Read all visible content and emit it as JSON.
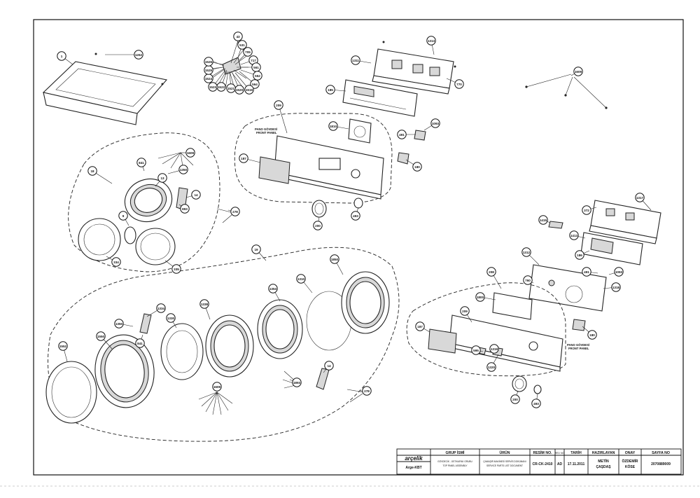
{
  "callouts": [
    {
      "id": "c1",
      "label": "1"
    },
    {
      "id": "c1262",
      "label": "1262"
    },
    {
      "id": "c43",
      "label": "43"
    },
    {
      "id": "c531",
      "label": "531"
    },
    {
      "id": "c705",
      "label": "705"
    },
    {
      "id": "c717",
      "label": "717"
    },
    {
      "id": "c561",
      "label": "561"
    },
    {
      "id": "c552",
      "label": "552"
    },
    {
      "id": "c564",
      "label": "564"
    },
    {
      "id": "c1519",
      "label": "1519"
    },
    {
      "id": "c1520",
      "label": "1520"
    },
    {
      "id": "c1521",
      "label": "1521"
    },
    {
      "id": "c1522",
      "label": "1522"
    },
    {
      "id": "c1523",
      "label": "1523"
    },
    {
      "id": "c1524",
      "label": "1524"
    },
    {
      "id": "c1525",
      "label": "1525"
    },
    {
      "id": "c1526",
      "label": "1526"
    },
    {
      "id": "c1313",
      "label": "1313"
    },
    {
      "id": "c1311",
      "label": "1311"
    },
    {
      "id": "c770",
      "label": "770"
    },
    {
      "id": "c185",
      "label": "185"
    },
    {
      "id": "c1810",
      "label": "1810"
    },
    {
      "id": "c209",
      "label": "209"
    },
    {
      "id": "c1609",
      "label": "1609"
    },
    {
      "id": "c187",
      "label": "187"
    },
    {
      "id": "c491",
      "label": "491"
    },
    {
      "id": "c1093",
      "label": "1093"
    },
    {
      "id": "c180",
      "label": "180"
    },
    {
      "id": "c200",
      "label": "200"
    },
    {
      "id": "c493",
      "label": "493"
    },
    {
      "id": "c18",
      "label": "18"
    },
    {
      "id": "c1609b",
      "label": "1609"
    },
    {
      "id": "c841",
      "label": "841"
    },
    {
      "id": "c1350",
      "label": "1350"
    },
    {
      "id": "c13",
      "label": "13"
    },
    {
      "id": "c14",
      "label": "14"
    },
    {
      "id": "c893",
      "label": "893"
    },
    {
      "id": "c278",
      "label": "278"
    },
    {
      "id": "c9",
      "label": "9"
    },
    {
      "id": "c334",
      "label": "334"
    },
    {
      "id": "c335",
      "label": "335"
    },
    {
      "id": "c19",
      "label": "19"
    },
    {
      "id": "c1850",
      "label": "1850"
    },
    {
      "id": "c1353",
      "label": "1353"
    },
    {
      "id": "c1310",
      "label": "1310"
    },
    {
      "id": "c1338",
      "label": "1338"
    },
    {
      "id": "c1334",
      "label": "1334"
    },
    {
      "id": "c1330",
      "label": "1330"
    },
    {
      "id": "c1350b",
      "label": "1350"
    },
    {
      "id": "c841b",
      "label": "841"
    },
    {
      "id": "c1552",
      "label": "1552"
    },
    {
      "id": "c1550",
      "label": "1550"
    },
    {
      "id": "c1609c",
      "label": "1609"
    },
    {
      "id": "c14b",
      "label": "14"
    },
    {
      "id": "c1893",
      "label": "1893"
    },
    {
      "id": "c278b",
      "label": "278"
    },
    {
      "id": "c1609d",
      "label": "1609"
    },
    {
      "id": "c1317",
      "label": "1317"
    },
    {
      "id": "c372",
      "label": "372"
    },
    {
      "id": "c1415",
      "label": "1415"
    },
    {
      "id": "c1413",
      "label": "1413"
    },
    {
      "id": "c186",
      "label": "186"
    },
    {
      "id": "c1312",
      "label": "1312"
    },
    {
      "id": "c760",
      "label": "760"
    },
    {
      "id": "c491b",
      "label": "491"
    },
    {
      "id": "c1093b",
      "label": "1093"
    },
    {
      "id": "c1318",
      "label": "1318"
    },
    {
      "id": "c208",
      "label": "208"
    },
    {
      "id": "c1800",
      "label": "1800"
    },
    {
      "id": "c209b",
      "label": "209"
    },
    {
      "id": "c187b",
      "label": "187"
    },
    {
      "id": "c595",
      "label": "595"
    },
    {
      "id": "c1319",
      "label": "1319"
    },
    {
      "id": "c1320",
      "label": "1320"
    },
    {
      "id": "c180b",
      "label": "180"
    },
    {
      "id": "c200b",
      "label": "200"
    },
    {
      "id": "c493b",
      "label": "493"
    }
  ],
  "zone_labels": {
    "front_panel_top_tr": "PANO GÖVDESİ",
    "front_panel_top_en": "FRONT PANEL",
    "front_panel_bottom_tr": "PANO GÖVDESİ",
    "front_panel_bottom_en": "FRONT PANEL"
  },
  "title_block": {
    "brand": "arçelik",
    "dept": "Arge-KBT",
    "col_grup_head": "GRUP İSMİ",
    "col_grup_val": "GÖVDECİK - ÜST/KAPAK GRUBU",
    "col_grup_val_en": "TOP PANEL ASSEMBLY",
    "col_urun_head": "ÜRÜN",
    "col_urun_val": "ÇAMAŞIR MAKİNESİ SERVİS DOKÜMANI",
    "col_urun_val2": "SERVICE PARTS LIST DOCUMENT",
    "col_resim_head": "RESİM NO.",
    "col_resim_val": "CR-CK-2410",
    "col_rev_head": "REV. NO",
    "col_rev_val": "AD",
    "col_tarih_head": "TARİH",
    "col_tarih_val": "17.11.2011",
    "col_hazirlayan_head": "HAZIRLAYAN",
    "col_hazirlayan_val1": "METİN",
    "col_hazirlayan_val2": "ÇAŞDAŞ",
    "col_onay_head": "ONAY",
    "col_onay_val1": "ÖZDEMİR",
    "col_onay_val2": "KÖSE",
    "col_sayfa_head": "SAYFA NO",
    "col_sayfa_val": "2070889009"
  }
}
